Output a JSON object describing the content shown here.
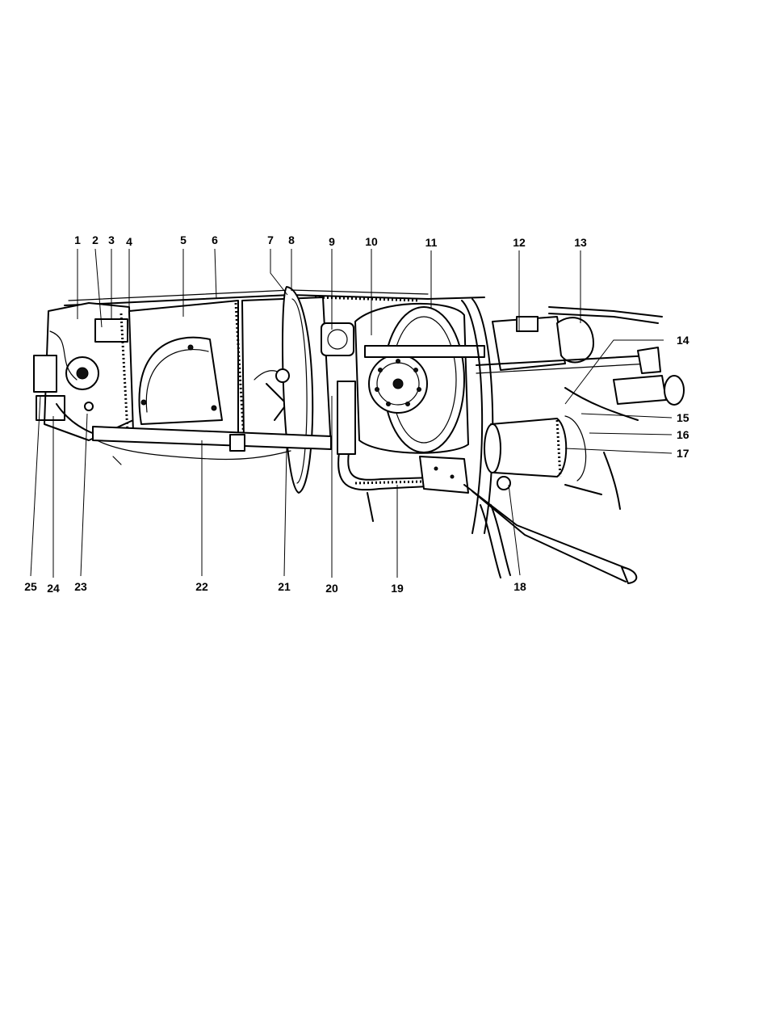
{
  "figure": {
    "callouts": [
      {
        "id": 1,
        "label": "1"
      },
      {
        "id": 2,
        "label": "2"
      },
      {
        "id": 3,
        "label": "3"
      },
      {
        "id": 4,
        "label": "4"
      },
      {
        "id": 5,
        "label": "5"
      },
      {
        "id": 6,
        "label": "6"
      },
      {
        "id": 7,
        "label": "7"
      },
      {
        "id": 8,
        "label": "8"
      },
      {
        "id": 9,
        "label": "9"
      },
      {
        "id": 10,
        "label": "10"
      },
      {
        "id": 11,
        "label": "11"
      },
      {
        "id": 12,
        "label": "12"
      },
      {
        "id": 13,
        "label": "13"
      },
      {
        "id": 14,
        "label": "14"
      },
      {
        "id": 15,
        "label": "15"
      },
      {
        "id": 16,
        "label": "16"
      },
      {
        "id": 17,
        "label": "17"
      },
      {
        "id": 18,
        "label": "18"
      },
      {
        "id": 19,
        "label": "19"
      },
      {
        "id": 20,
        "label": "20"
      },
      {
        "id": 21,
        "label": "21"
      },
      {
        "id": 22,
        "label": "22"
      },
      {
        "id": 23,
        "label": "23"
      },
      {
        "id": 24,
        "label": "24"
      },
      {
        "id": 25,
        "label": "25"
      }
    ]
  }
}
